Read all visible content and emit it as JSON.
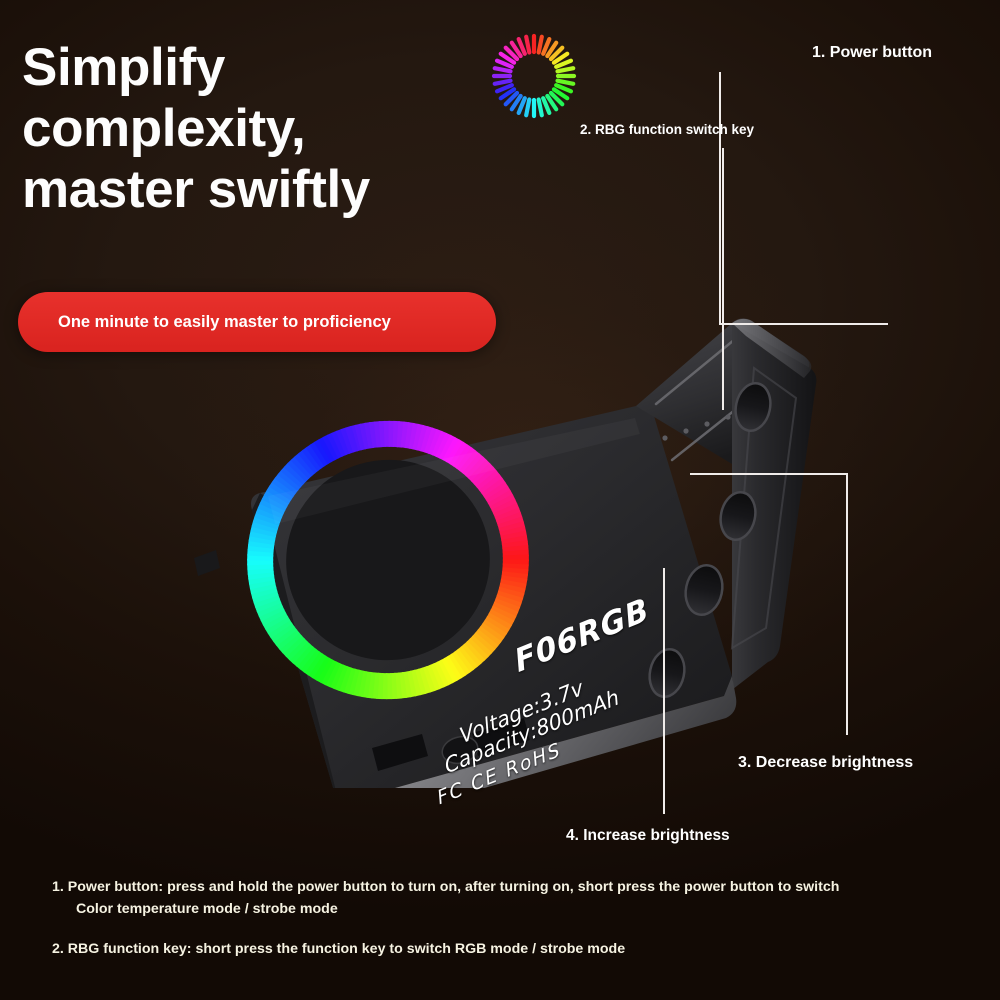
{
  "headline": {
    "line1": "Simplify",
    "line2": "complexity,",
    "line3": "master swiftly"
  },
  "banner": {
    "text": "One minute to easily master to proficiency",
    "color": "#d9231f"
  },
  "logo": {
    "name": "rgb-ring-logo",
    "segments": 32
  },
  "product": {
    "model": "F06RGB",
    "voltage": "Voltage:3.7v",
    "capacity": "Capacity:800mAh",
    "certifications": "FC CE RoHS",
    "body_color": "#2b2b2d"
  },
  "callouts": [
    {
      "id": "co1",
      "label": "1. Power button"
    },
    {
      "id": "co2",
      "label": "2. RBG function switch key"
    },
    {
      "id": "co3",
      "label": "3. Decrease brightness"
    },
    {
      "id": "co4",
      "label": "4. Increase brightness"
    }
  ],
  "instructions": {
    "item1_line1": "1. Power button: press and hold the power button to turn on, after turning on, short press the power button to switch",
    "item1_line2": "Color temperature mode / strobe mode",
    "item2": "2. RBG function key: short press the function key to switch RGB mode / strobe mode",
    "text_color": "#f6f3e2"
  },
  "background": {
    "top_color": "#241810",
    "bottom_color": "#050302"
  }
}
